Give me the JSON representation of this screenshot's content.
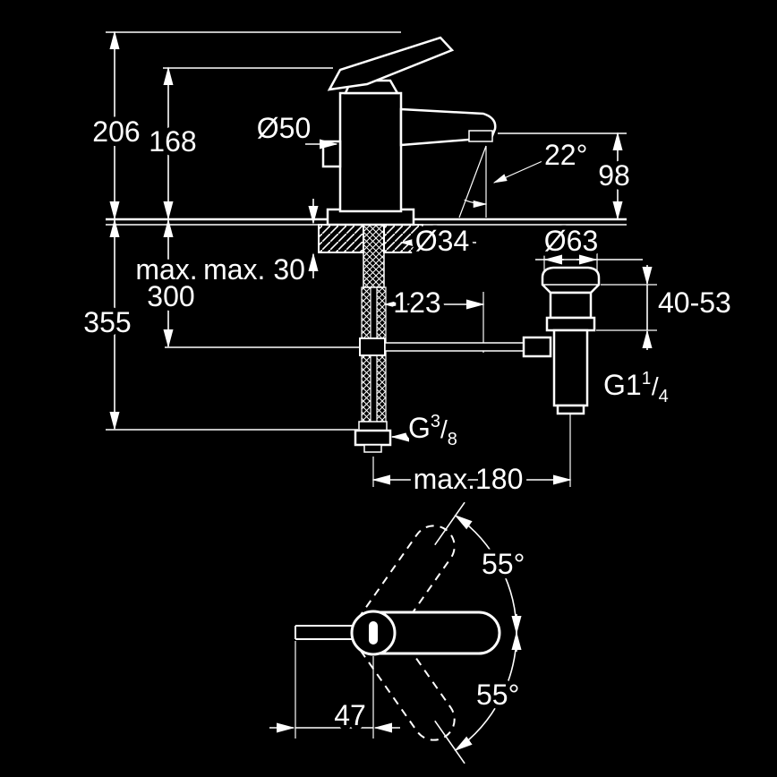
{
  "drawing": {
    "background_color": "#000000",
    "line_color": "#ffffff",
    "labels": {
      "height_206": "206",
      "height_168": "168",
      "dia_50": "Ø50",
      "angle_22": "22°",
      "height_98": "98",
      "max_300_line1": "max.",
      "max_300_line2": "300",
      "max_30": "max. 30",
      "dia_34": "Ø34",
      "dim_123": "123",
      "dia_63": "Ø63",
      "clamp_40_53": "40-53",
      "depth_355": "355",
      "thread_g114": {
        "base": "G1",
        "numerator": "1",
        "slash": "/",
        "denominator": "4"
      },
      "thread_g38": {
        "base": "G",
        "numerator": "3",
        "slash": "/",
        "denominator": "8"
      },
      "max_180": "max.180",
      "angle_55_up": "55°",
      "angle_55_down": "55°",
      "dim_47": "47"
    }
  }
}
